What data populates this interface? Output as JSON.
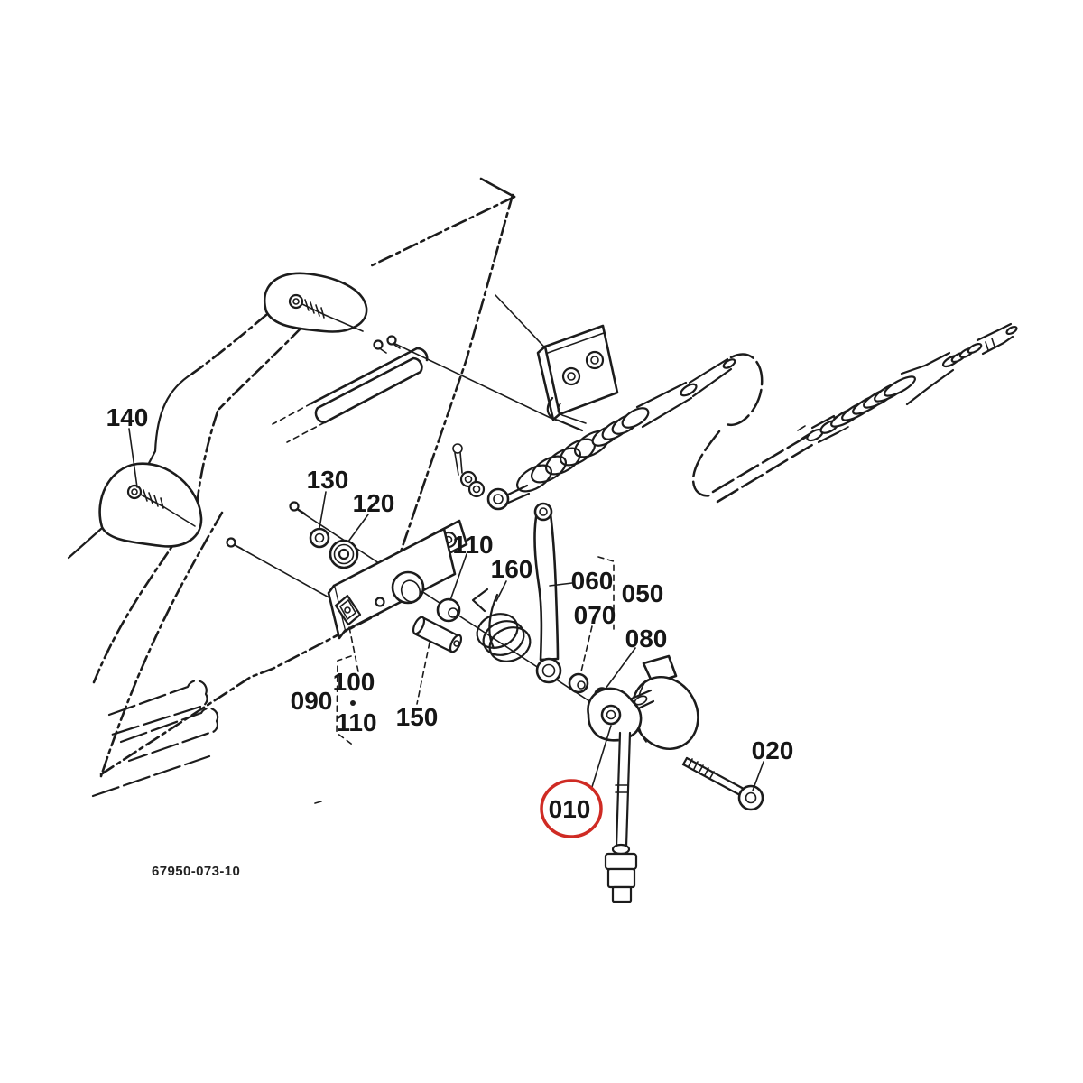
{
  "diagram": {
    "type": "parts-exploded-view",
    "drawing_number": "67950-073-10",
    "highlight": {
      "part": "010",
      "color": "#cf2b24"
    },
    "line_color": "#1c1c1c",
    "background_color": "#ffffff",
    "labels": [
      {
        "text": "140"
      },
      {
        "text": "130"
      },
      {
        "text": "120"
      },
      {
        "text": "110"
      },
      {
        "text": "160"
      },
      {
        "text": "060"
      },
      {
        "text": "050"
      },
      {
        "text": "070"
      },
      {
        "text": "080"
      },
      {
        "text": "090"
      },
      {
        "text": "100"
      },
      {
        "text": "110"
      },
      {
        "text": "150"
      },
      {
        "text": "010"
      },
      {
        "text": "020"
      }
    ]
  }
}
